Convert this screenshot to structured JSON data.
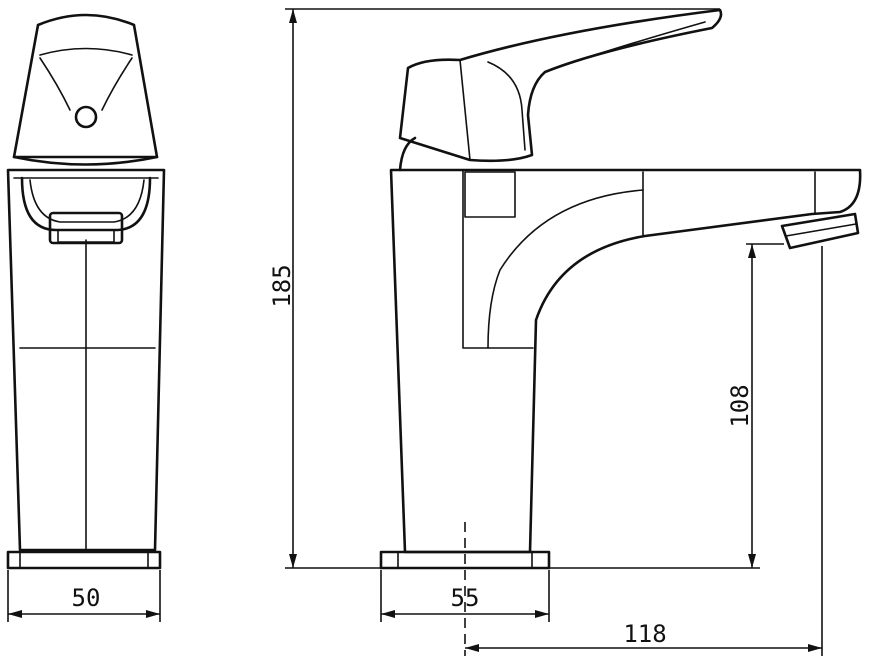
{
  "dimensions": {
    "base_width": "50",
    "body_depth": "55",
    "total_height": "185",
    "spout_height": "108",
    "spout_reach": "118"
  }
}
